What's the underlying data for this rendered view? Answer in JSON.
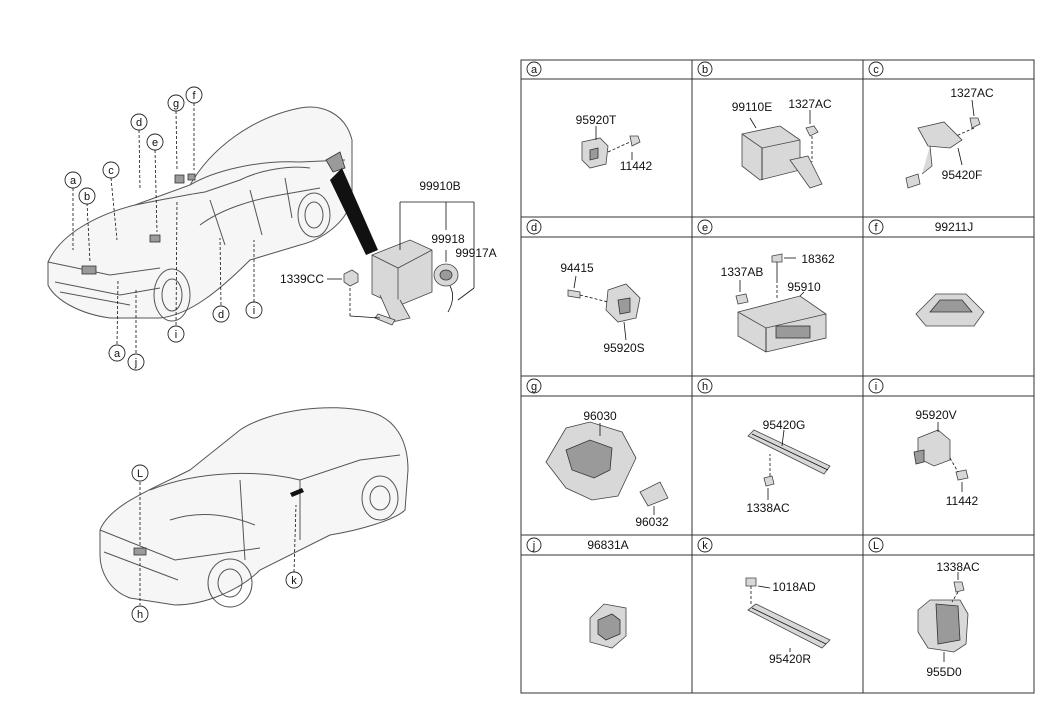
{
  "overview_labels": {
    "main_assembly": "99910B",
    "sub_a": "99918",
    "sub_b": "99917A",
    "nut": "1339CC"
  },
  "front_car_callouts": [
    "a",
    "b",
    "c",
    "d",
    "e",
    "g",
    "f",
    "d",
    "i",
    "a",
    "j",
    "i"
  ],
  "rear_car_callouts": [
    "L",
    "h",
    "k"
  ],
  "cells": [
    {
      "letter": "a",
      "title": "",
      "parts": [
        "95920T",
        "11442"
      ]
    },
    {
      "letter": "b",
      "title": "",
      "parts": [
        "99110E",
        "1327AC"
      ]
    },
    {
      "letter": "c",
      "title": "",
      "parts": [
        "1327AC",
        "95420F"
      ]
    },
    {
      "letter": "d",
      "title": "",
      "parts": [
        "94415",
        "95920S"
      ]
    },
    {
      "letter": "e",
      "title": "",
      "parts": [
        "1337AB",
        "18362",
        "95910"
      ]
    },
    {
      "letter": "f",
      "title": "99211J",
      "parts": []
    },
    {
      "letter": "g",
      "title": "",
      "parts": [
        "96030",
        "96032"
      ]
    },
    {
      "letter": "h",
      "title": "",
      "parts": [
        "95420G",
        "1338AC"
      ]
    },
    {
      "letter": "i",
      "title": "",
      "parts": [
        "95920V",
        "11442"
      ]
    },
    {
      "letter": "j",
      "title": "96831A",
      "parts": []
    },
    {
      "letter": "k",
      "title": "",
      "parts": [
        "1018AD",
        "95420R"
      ]
    },
    {
      "letter": "L",
      "title": "",
      "parts": [
        "1338AC",
        "955D0"
      ]
    }
  ]
}
